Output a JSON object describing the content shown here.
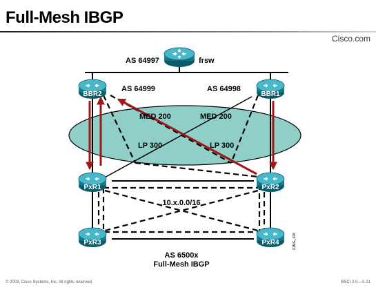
{
  "slide": {
    "title": "Full-Mesh IBGP",
    "brand": "Cisco.com",
    "footer_left": "© 2003, Cisco Systems, Inc. All rights reserved.",
    "footer_right": "BSCI 2.0—A-21",
    "figure_id": "01MG_438"
  },
  "diagram": {
    "top_as_label": "AS  64997",
    "frsw_label": "frsw",
    "routers": {
      "frsw": "",
      "bbr2": "BBR2",
      "bbr1": "BBR1",
      "pxr1": "PxR1",
      "pxr2": "PxR2",
      "pxr3": "PxR3",
      "pxr4": "PxR4"
    },
    "as_left": "AS  64999",
    "as_right": "AS  64998",
    "med_left": "MED 200",
    "med_right": "MED 200",
    "lp_left": "LP 300",
    "lp_right": "LP 300",
    "subnet": "10.x.0.0/16",
    "bottom_as": "AS  6500x",
    "bottom_label": "Full-Mesh IBGP"
  },
  "colors": {
    "router": "#1f8fa3",
    "cloud": "#8fcfc7",
    "arrow": "#a01818"
  }
}
